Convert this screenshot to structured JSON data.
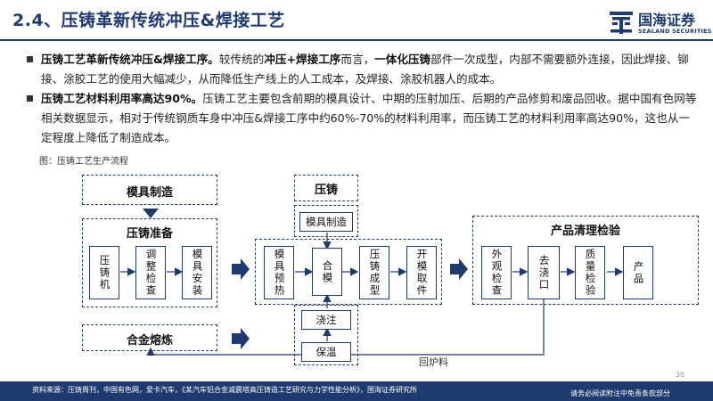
{
  "header": {
    "title": "2.4、压铸革新传统冲压&焊接工艺",
    "logo_cn": "国海证券",
    "logo_en": "SEALAND SECURITIES"
  },
  "bullets": [
    {
      "lead": "压铸工艺革新传统冲压&焊接工序。",
      "text_a": "较传统的",
      "bold_a": "冲压+焊接工序",
      "text_b": "而言，",
      "bold_b": "一体化压铸",
      "text_c": "部件一次成型，内部不需要额外连接，因此焊接、铆接、涂胶工艺的使用大幅减少，从而降低生产线上的人工成本，及焊接、涂胶机器人的成本。"
    },
    {
      "lead": "压铸工艺材料利用率高达90%。",
      "text": "压铸工艺主要包含前期的模具设计、中期的压射加压、后期的产品修剪和废品回收。据中国有色网等相关数据显示，相对于传统钢质车身中冲压&焊接工序中约60%-70%的材料利用率，而压铸工艺的材料利用率高达90%，这也从一定程度上降低了制造成本。"
    }
  ],
  "figure": {
    "caption": "图：压铸工艺生产流程",
    "mold_making_top": "模具制造",
    "casting_prep": "压铸准备",
    "machine": "压铸机",
    "adjust_check": "调整检查",
    "mold_install": "模具安装",
    "alloy_melt": "合金熔炼",
    "casting": "压铸",
    "mold_making_inner": "模具制造",
    "mold_preheat": "模具预热",
    "close_mold": "合模",
    "cast_forming": "压铸成型",
    "open_mold": "开模取件",
    "pouring": "浇注",
    "insulation": "保温",
    "cleaning_title": "产品清理检验",
    "visual_check": "外观检查",
    "remove_gate": "去浇口",
    "quality_check": "质量检验",
    "product": "产品",
    "return_material": "回炉料"
  },
  "footer": {
    "source": "资料来源：压铸周刊，中国有色网，爱卡汽车，《某汽车铝合金减震塔高压铸造工艺研究与力学性能分析》，国海证券研究所",
    "disclaimer": "请务必阅读附注中免责条款部分",
    "page": "36"
  },
  "colors": {
    "brand": "#1f3a6e",
    "text": "#222222"
  }
}
